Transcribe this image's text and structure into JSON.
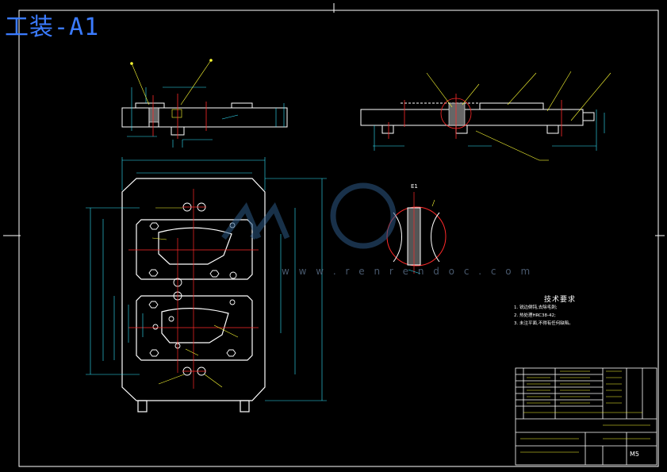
{
  "title_tag": "工装-A1",
  "watermark": "w w w . r e n r e n d o c . c o m",
  "detail_tag": "E1",
  "sheet_id": "M5",
  "tech": {
    "title": "技术要求",
    "lines": [
      "1. 锐边倒钝,去除毛刺;",
      "2. 热处理HRC38-42;",
      "3. 未注平面,不得有任何缺陷。"
    ]
  },
  "colors": {
    "outline": "#ffffff",
    "centerline": "#ff2a2a",
    "dimension": "#33e6ff",
    "leader": "#ffff33",
    "accent": "#3b7bff"
  }
}
